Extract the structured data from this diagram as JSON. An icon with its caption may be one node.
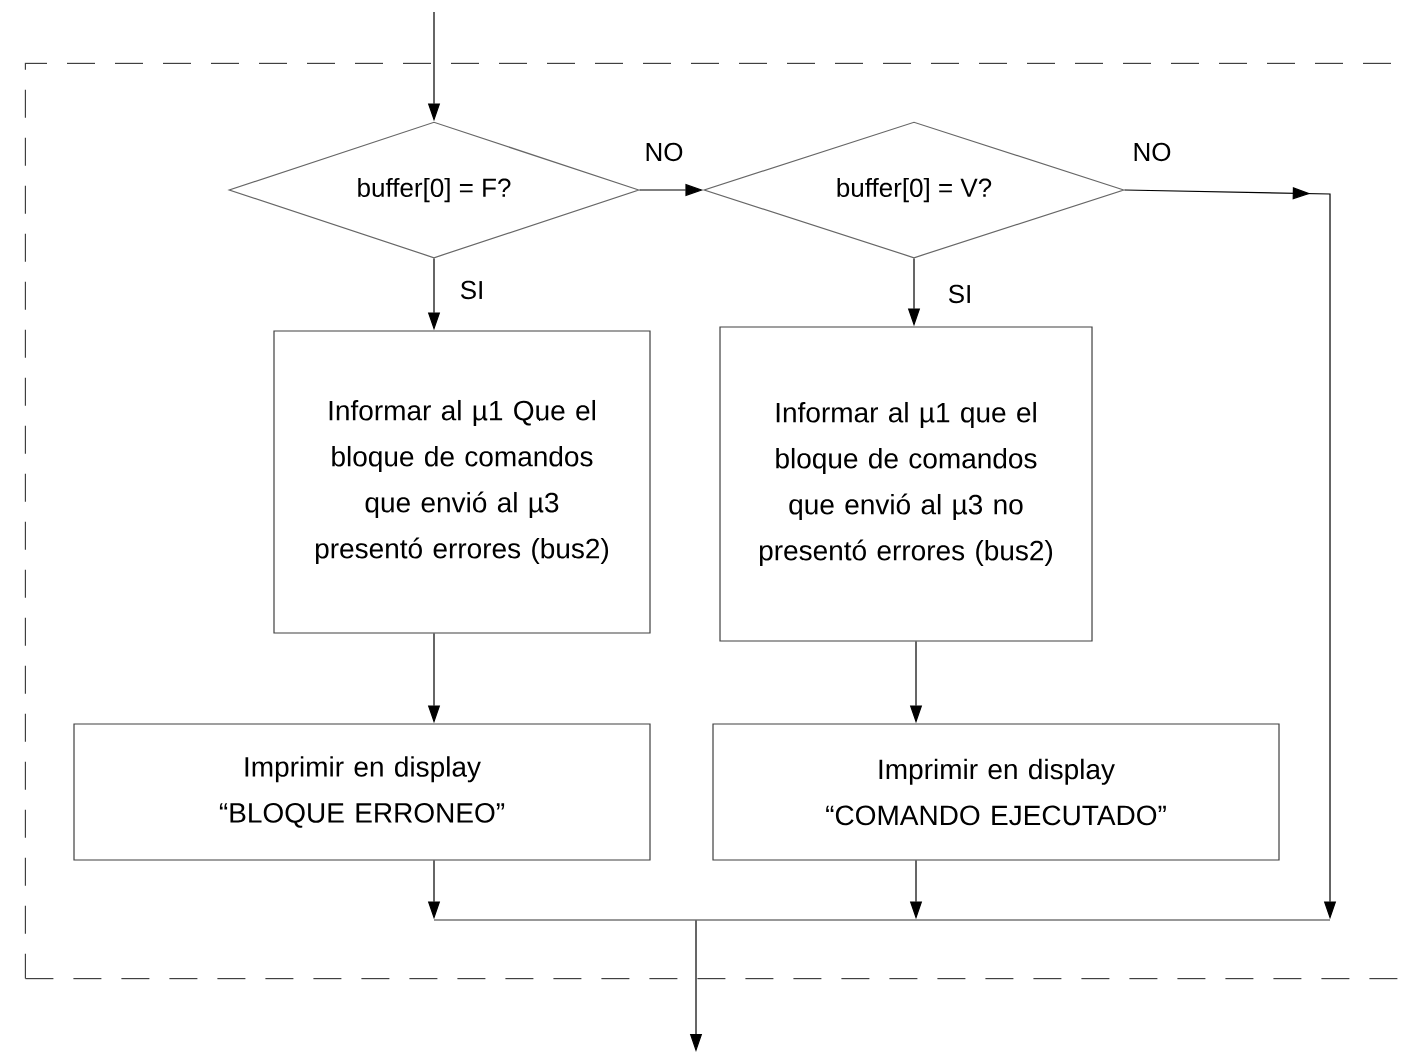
{
  "diagram": {
    "nodes": [
      {
        "text": [],
        "shape": "box"
      },
      {
        "text": [
          "buffer[0] = F?"
        ],
        "in": 0
      },
      {
        "text": [
          "buffer[0] = V?"
        ],
        "in": 0
      },
      {
        "text": [
          "Informar al µ1 Que el bloque de comandos que envió al µ3 presentó errores (bus2)"
        ],
        "in": 0
      },
      {
        "text": [
          "Informar al µ1 que el bloque de comandos que envió al µ3 no presentó errores (bus2)"
        ],
        "in": 0
      },
      {
        "text": [
          "Imprimir en display “BLOQUE ERRONEO”"
        ],
        "in": 0
      },
      {
        "text": [
          "Imprimir en display “COMANDO EJECUTADO”"
        ],
        "in": 0
      },
      {
        "text": [],
        "shape": "bar",
        "in": 0
      }
    ],
    "edges": [
      {
        "from": null,
        "to": 1,
        "arrow": "to"
      },
      {
        "from": 1,
        "to": 2,
        "arrow": "to",
        "label": "NO"
      },
      {
        "from": 1,
        "to": 3,
        "arrow": "to",
        "label": "SI"
      },
      {
        "from": 2,
        "to": 4,
        "arrow": "to",
        "label": "SI"
      },
      {
        "from": 2,
        "to": 7,
        "arrow": "to",
        "label": "NO"
      },
      {
        "from": 3,
        "to": 5,
        "arrow": "to"
      },
      {
        "from": 4,
        "to": 6,
        "arrow": "to"
      },
      {
        "from": 5,
        "to": 7,
        "arrow": "to"
      },
      {
        "from": 6,
        "to": 7,
        "arrow": "to"
      },
      {
        "from": 7,
        "to": null,
        "arrow": "to"
      }
    ]
  }
}
